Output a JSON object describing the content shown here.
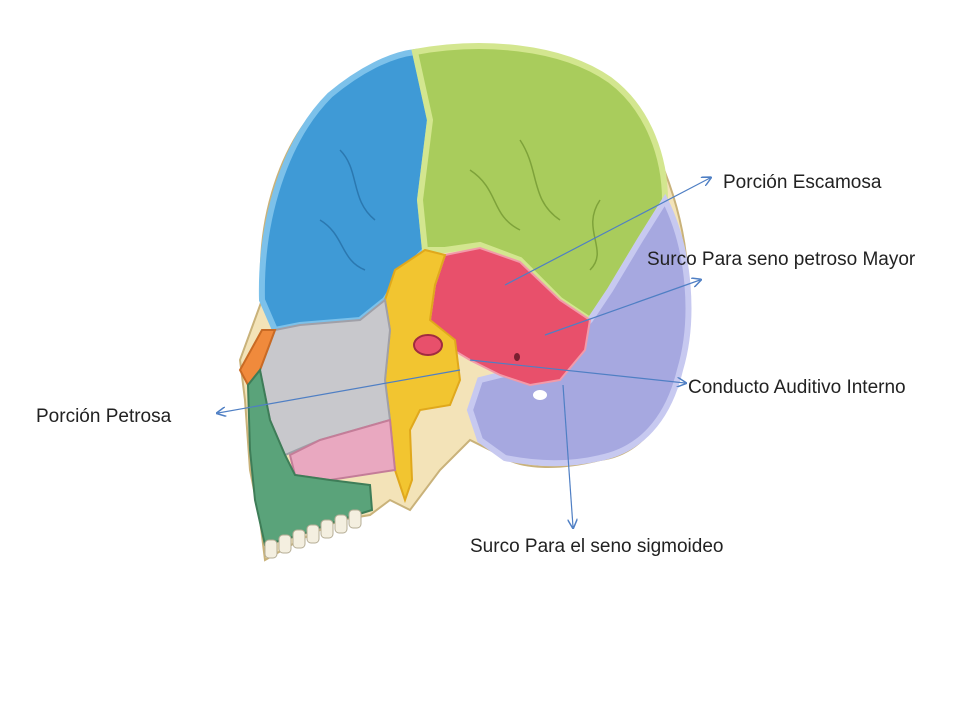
{
  "labels": {
    "escamosa": "Porción Escamosa",
    "seno_petroso_mayor": "Surco Para seno petroso Mayor",
    "conducto_auditivo": "Conducto Auditivo Interno",
    "petrosa": "Porción Petrosa",
    "seno_sigmoideo": "Surco Para el seno sigmoideo"
  },
  "colors": {
    "frontal": "#3f9ad6",
    "parietal": "#a9cc5c",
    "temporal_squama": "#e8506b",
    "occipital": "#a6a8e0",
    "sphenoid": "#f2c530",
    "ethmoid": "#c8c8cc",
    "maxilla": "#5aa37a",
    "palatine": "#e9a8c0",
    "nasal": "#f08a3c",
    "arrow": "#4f7fc4"
  }
}
